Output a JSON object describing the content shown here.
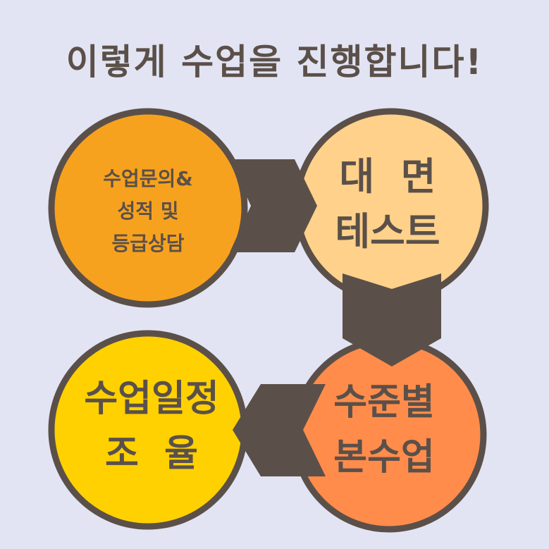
{
  "title": "이렇게 수업을 진행합니다!",
  "steps": [
    {
      "lines": [
        "수업문의&",
        "성적 및",
        "등급상담"
      ],
      "color": "#f7a21e"
    },
    {
      "lines": [
        "대  면",
        "테스트"
      ],
      "color": "#ffd18a"
    },
    {
      "lines": [
        "수준별",
        "본수업"
      ],
      "color": "#ff8c4b"
    },
    {
      "lines": [
        "수업일정",
        "조  율"
      ],
      "color": "#ffd100"
    }
  ],
  "colors": {
    "background": "#e2e4f3",
    "outline": "#5b5049",
    "text": "#5b5049"
  }
}
